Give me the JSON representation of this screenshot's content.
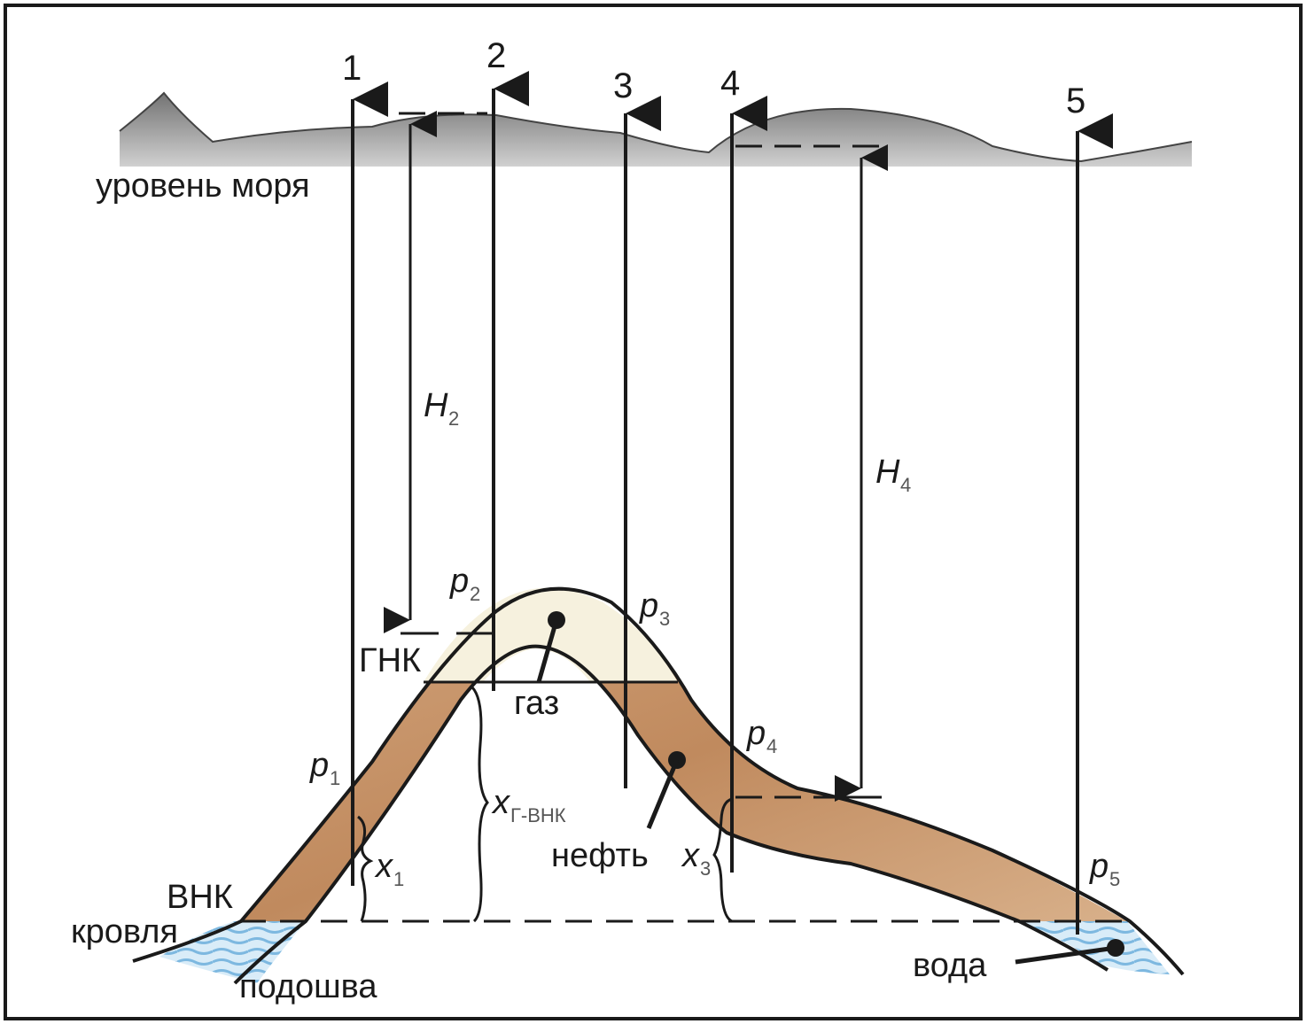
{
  "wells": [
    {
      "label": "1",
      "pressure_label": "p",
      "pressure_sub": "1"
    },
    {
      "label": "2",
      "pressure_label": "p",
      "pressure_sub": "2"
    },
    {
      "label": "3",
      "pressure_label": "p",
      "pressure_sub": "3"
    },
    {
      "label": "4",
      "pressure_label": "p",
      "pressure_sub": "4"
    },
    {
      "label": "5",
      "pressure_label": "p",
      "pressure_sub": "5"
    }
  ],
  "labels": {
    "sea_level": "уровень моря",
    "gnk": "ГНК",
    "vnk": "ВНК",
    "roof": "кровля",
    "sole": "подошва",
    "gas": "газ",
    "oil": "нефть",
    "water": "вода"
  },
  "dimensions": {
    "h2": {
      "label": "H",
      "sub": "2"
    },
    "h4": {
      "label": "H",
      "sub": "4"
    },
    "x1": {
      "label": "x",
      "sub": "1"
    },
    "x3": {
      "label": "x",
      "sub": "3"
    },
    "xg": {
      "label": "x",
      "sub": "Г-ВНК"
    }
  },
  "colors": {
    "gas": "#f4efd9",
    "oil": "#c9966a",
    "water": "#a9d2ec",
    "line": "#1a1a1a",
    "terrain": "#8c8c8c"
  }
}
